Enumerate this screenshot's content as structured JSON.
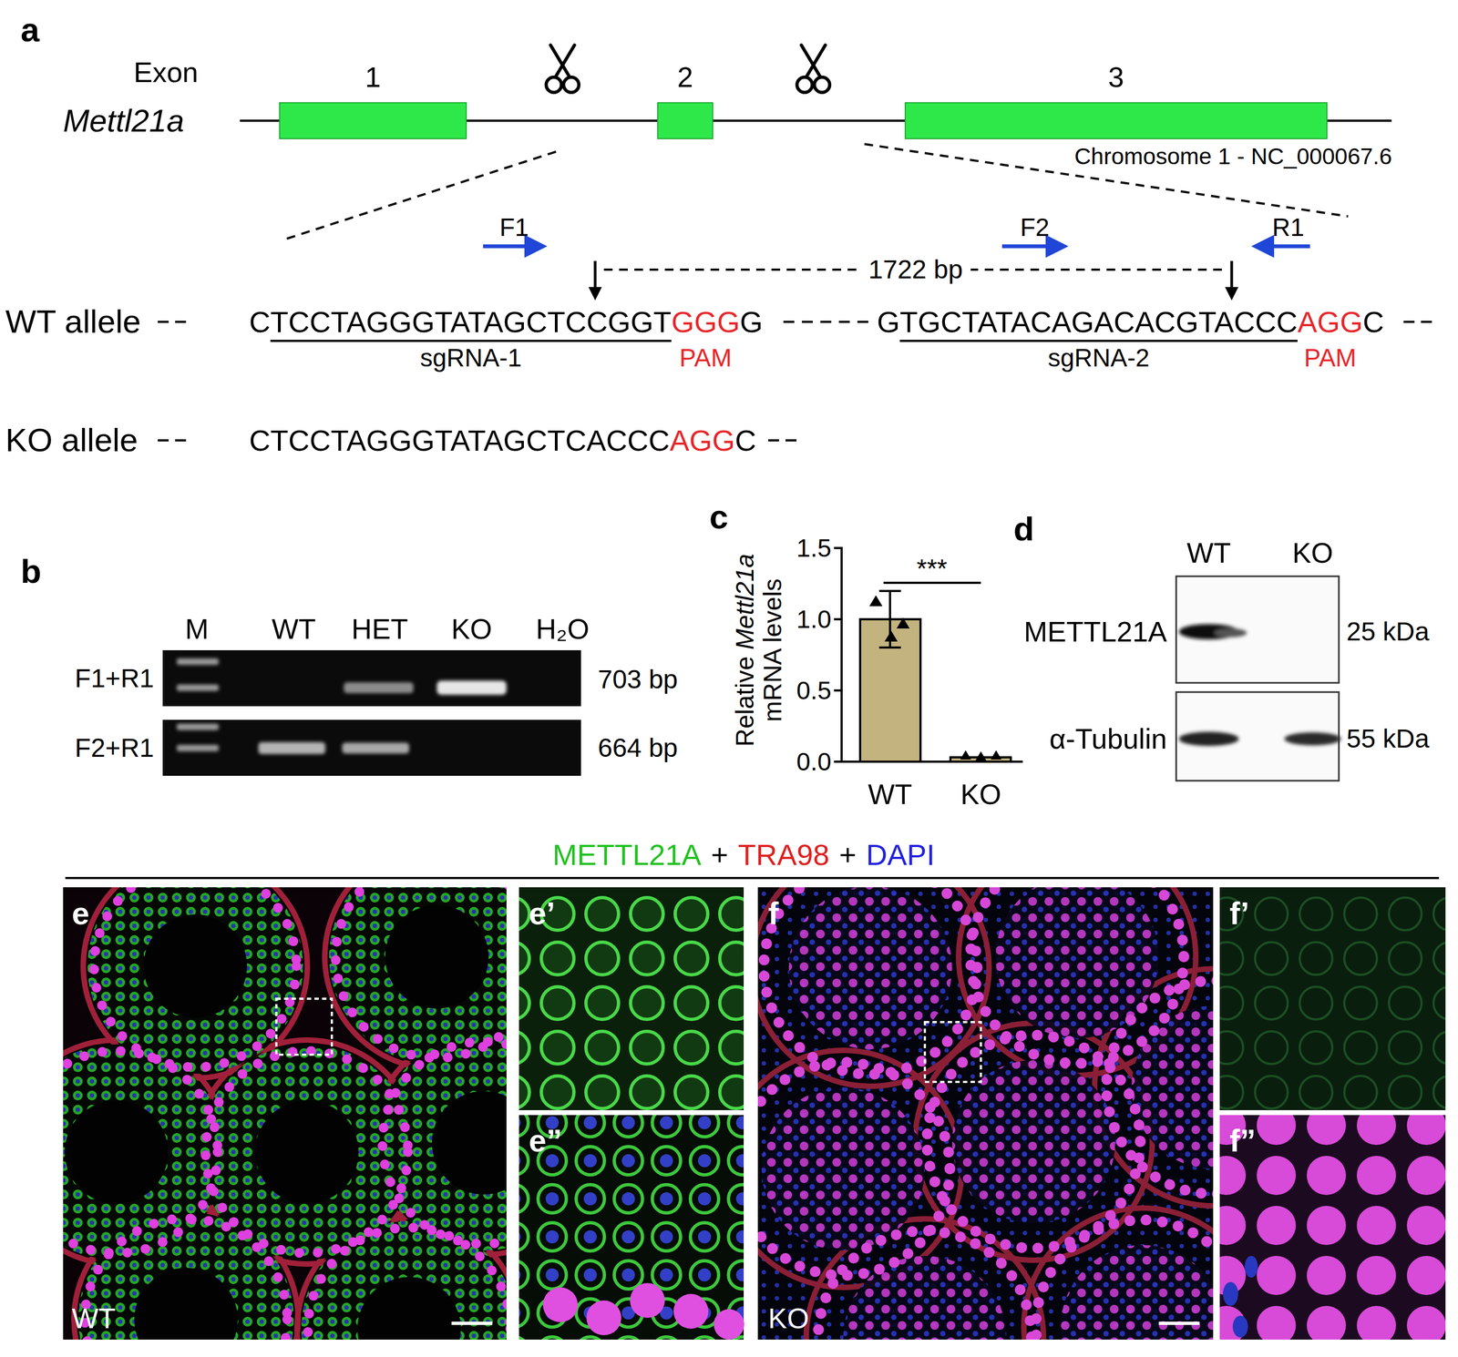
{
  "diagram": {
    "nodes": [
      {
        "text": [
          "1"
        ]
      },
      {
        "text": [
          "2"
        ]
      },
      {
        "text": [
          "3"
        ]
      }
    ],
    "edges": [
      {
        "from": 0,
        "to": 1,
        "arrow": "none"
      },
      {
        "from": 1,
        "to": 2,
        "arrow": "none"
      }
    ],
    "labels": [
      "a",
      "Exon",
      "Mettl21a",
      "Chromosome 1 - NC_000067.6",
      "F1",
      "F2",
      "R1",
      "1722 bp",
      "WT allele",
      "C",
      "TCCTAGGGTATAGCTCCGGT",
      "GGG",
      "G",
      "sgRNA-1",
      "PAM",
      "G",
      "TGCTATACAGACACGTACCC",
      "AGG",
      "C",
      "sgRNA-2",
      "PAM",
      "KO allele",
      "CTCCTAGGGTATAGCTCACCC",
      "AGG",
      "C",
      "b",
      "M",
      "WT",
      "HET",
      "KO",
      "H₂O",
      "F1+R1",
      "F2+R1",
      "703 bp",
      "664 bp",
      "c",
      "Relative",
      "Mettl21a",
      "mRNA levels",
      "1.5",
      "1.0",
      "0.5",
      "0.0",
      "***",
      "WT",
      "KO",
      "d",
      "WT",
      "KO",
      "METTL21A",
      "25 kDa",
      "α-Tubulin",
      "55 kDa",
      "METTL21A",
      "+",
      "TRA98",
      "+",
      "DAPI",
      "e",
      "e’",
      "e”",
      "WT",
      "f",
      "f’",
      "f”",
      "KO"
    ]
  }
}
